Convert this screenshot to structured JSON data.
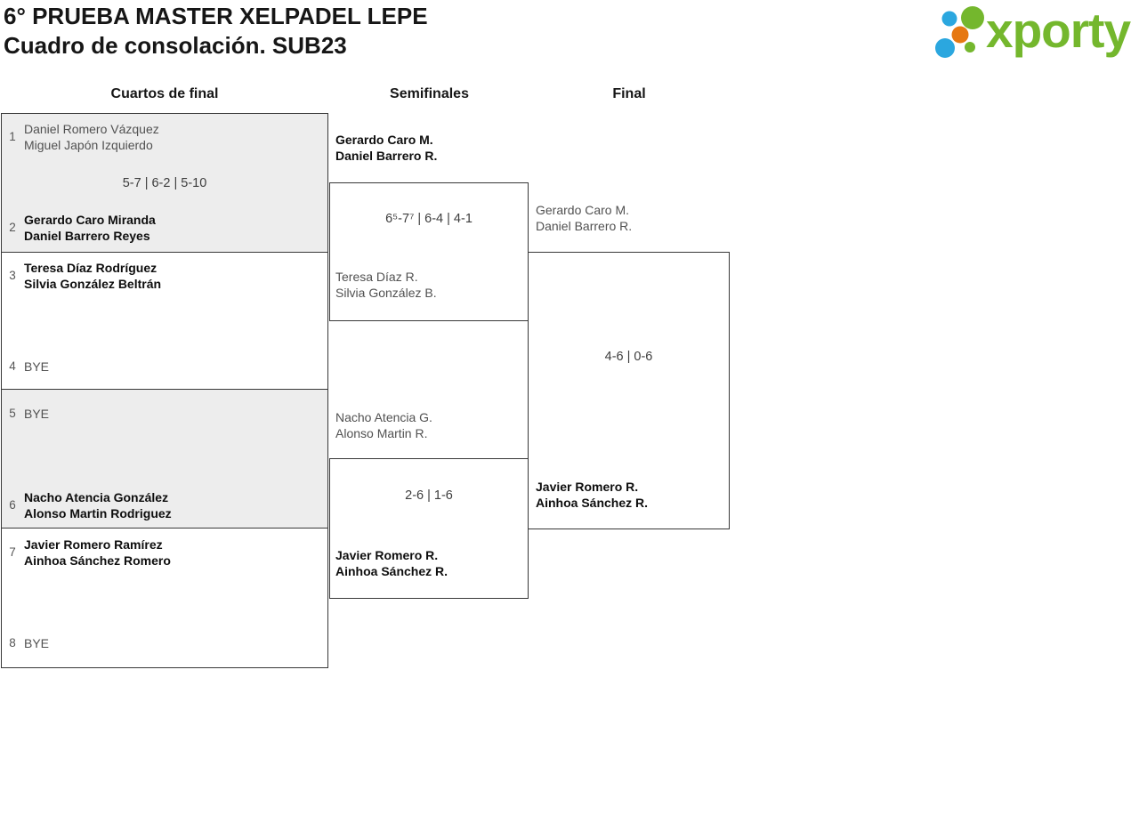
{
  "header": {
    "title_line1": "6° PRUEBA MASTER XELPADEL LEPE",
    "title_line2": "Cuadro de consolación. SUB23",
    "logo_text": "xporty"
  },
  "colors": {
    "logo_green": "#74b72d",
    "logo_blue": "#2ba7df",
    "logo_orange": "#e67812",
    "shaded_box": "#ededed",
    "border": "#383838",
    "winner_text": "#0e0e0e",
    "muted_text": "#515151"
  },
  "columns": [
    {
      "label": "Cuartos de final"
    },
    {
      "label": "Semifinales"
    },
    {
      "label": "Final"
    }
  ],
  "bracket": {
    "quarterfinals": [
      {
        "shaded": true,
        "seed_top": "1",
        "team_top": {
          "line1": "Daniel Romero Vázquez",
          "line2": "Miguel Japón Izquierdo",
          "winner": false
        },
        "score": "5-7 | 6-2 | 5-10",
        "seed_bottom": "2",
        "team_bottom": {
          "line1": "Gerardo Caro Miranda",
          "line2": "Daniel Barrero Reyes",
          "winner": true
        }
      },
      {
        "shaded": false,
        "seed_top": "3",
        "team_top": {
          "line1": "Teresa Díaz Rodríguez",
          "line2": "Silvia González Beltrán",
          "winner": true
        },
        "score": "",
        "seed_bottom": "4",
        "team_bottom": {
          "line1": "BYE",
          "line2": "",
          "winner": false
        }
      },
      {
        "shaded": true,
        "seed_top": "5",
        "team_top": {
          "line1": "BYE",
          "line2": "",
          "winner": false
        },
        "score": "",
        "seed_bottom": "6",
        "team_bottom": {
          "line1": "Nacho Atencia González",
          "line2": "Alonso Martin Rodriguez",
          "winner": true
        }
      },
      {
        "shaded": false,
        "seed_top": "7",
        "team_top": {
          "line1": "Javier Romero Ramírez",
          "line2": "Ainhoa Sánchez Romero",
          "winner": true
        },
        "score": "",
        "seed_bottom": "8",
        "team_bottom": {
          "line1": "BYE",
          "line2": "",
          "winner": false
        }
      }
    ],
    "semifinals": [
      {
        "team_top": {
          "line1": "Gerardo Caro M.",
          "line2": "Daniel Barrero R.",
          "winner": true
        },
        "score": "6⁵-7⁷ | 6-4 | 4-1",
        "team_bottom": {
          "line1": "Teresa Díaz R.",
          "line2": "Silvia González B.",
          "winner": false
        }
      },
      {
        "team_top": {
          "line1": "Nacho Atencia G.",
          "line2": "Alonso Martin R.",
          "winner": false
        },
        "score": "2-6 | 1-6",
        "team_bottom": {
          "line1": "Javier Romero R.",
          "line2": "Ainhoa Sánchez R.",
          "winner": true
        }
      }
    ],
    "final": {
      "team_top": {
        "line1": "Gerardo Caro M.",
        "line2": "Daniel Barrero R.",
        "winner": false
      },
      "score": "4-6 | 0-6",
      "team_bottom": {
        "line1": "Javier Romero R.",
        "line2": "Ainhoa Sánchez R.",
        "winner": true
      }
    }
  }
}
